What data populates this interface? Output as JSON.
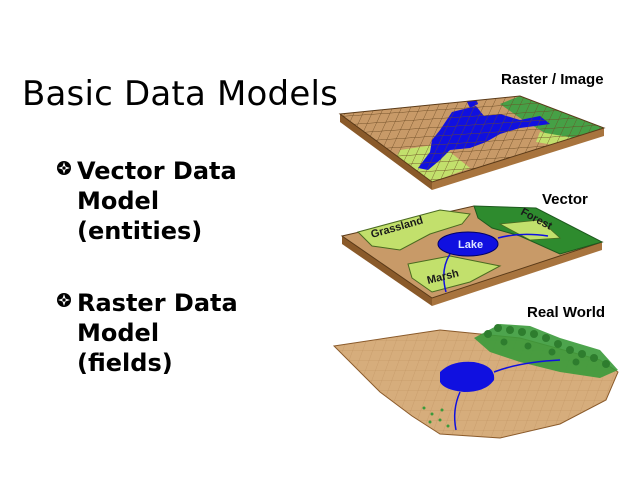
{
  "slide": {
    "title": "Basic Data Models",
    "bullets": [
      {
        "lines": [
          "Vector Data",
          "Model",
          "(entities)"
        ]
      },
      {
        "lines": [
          "Raster Data",
          "Model",
          "(fields)"
        ]
      }
    ]
  },
  "figure": {
    "labels": {
      "raster": "Raster / Image",
      "vector": "Vector",
      "real_world": "Real World"
    },
    "vector_areas": {
      "grassland": "Grassland",
      "forest": "Forest",
      "lake": "Lake",
      "marsh": "Marsh"
    }
  },
  "colors": {
    "land": "#c89a68",
    "water": "#1010e0",
    "grass": "#c2e06c",
    "forest": "#2e8b2e",
    "edge": "#8a5a2a"
  }
}
